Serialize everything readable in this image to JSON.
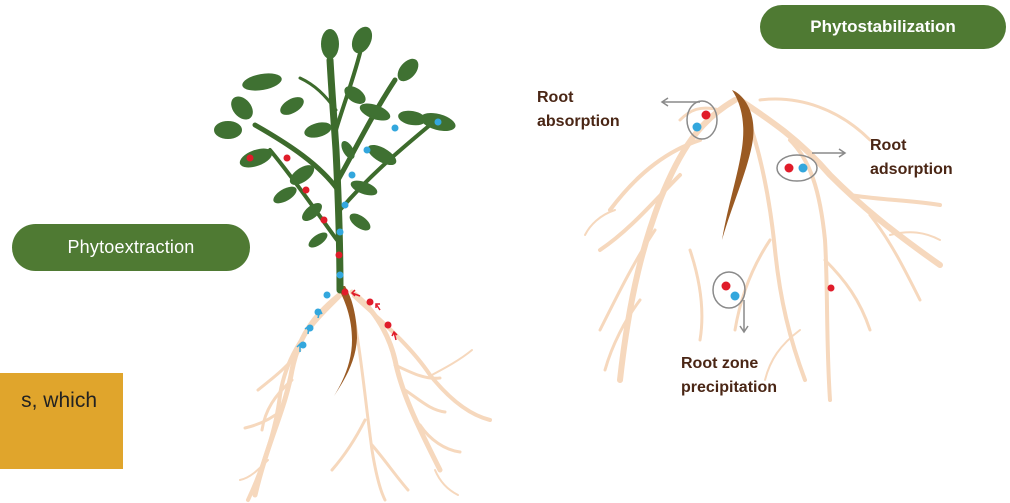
{
  "labels": {
    "phytoextraction": "Phytoextraction",
    "phytostabilization": "Phytostabilization",
    "root_absorption_1": "Root",
    "root_absorption_2": "absorption",
    "root_adsorption_1": "Root",
    "root_adsorption_2": "adsorption",
    "root_zone_1": "Root zone",
    "root_zone_2": "precipitation"
  },
  "callout": {
    "text": "s, which"
  },
  "colors": {
    "pill_green": "#4f7a33",
    "callout_gold": "#e0a52c",
    "root": "#f6d8bd",
    "stem": "#3d6b2c",
    "leaf": "#3f7132",
    "taproot": "#9a5a23",
    "metal_red": "#e01c2a",
    "metal_blue": "#33a7dd",
    "label_brown": "#4a2615"
  },
  "icons": [
    "plant-illustration",
    "root-system-illustration",
    "metal-ion-dot",
    "arrow-icon"
  ]
}
